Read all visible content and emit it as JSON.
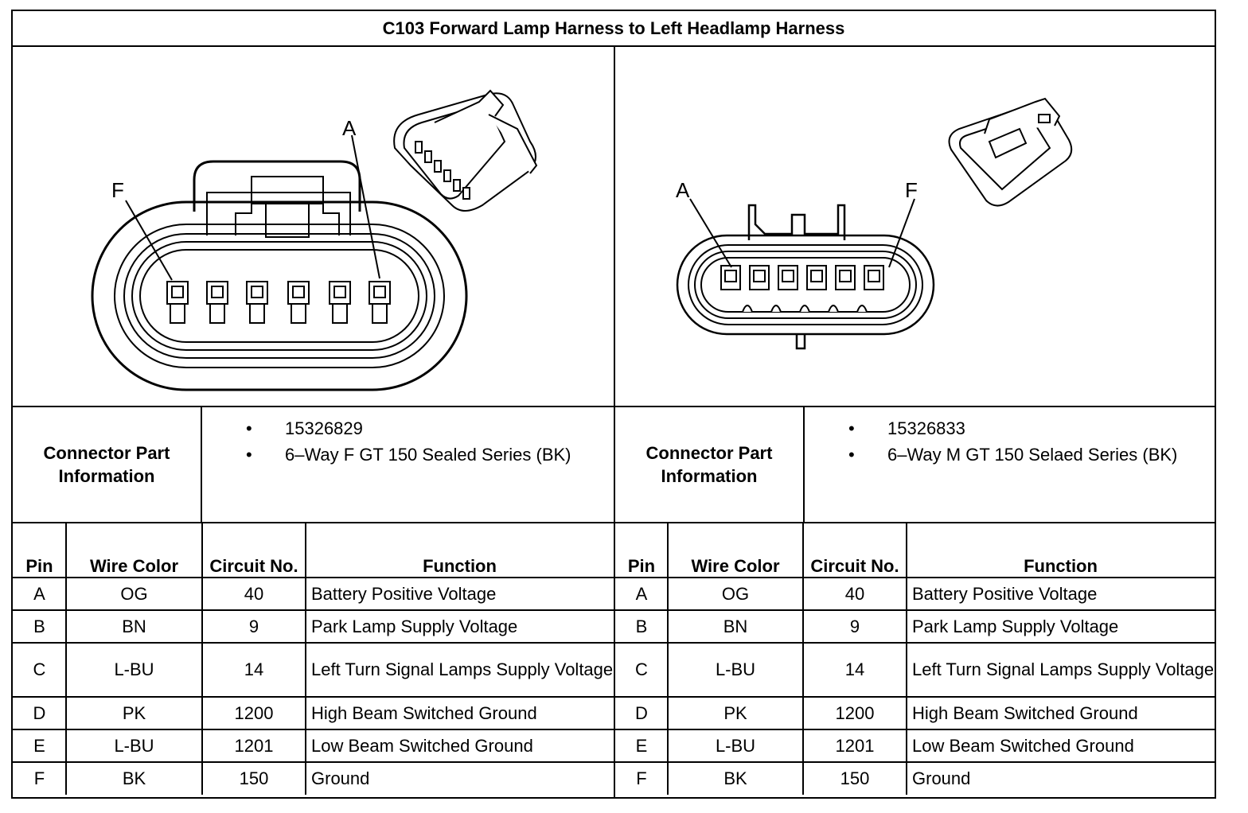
{
  "title": "C103 Forward Lamp Harness to Left Headlamp Harness",
  "left": {
    "connector_label": "Connector Part Information",
    "part_info": [
      "15326829",
      "6–Way F GT 150 Sealed Series (BK)"
    ],
    "callouts": [
      "F",
      "A"
    ]
  },
  "right": {
    "connector_label": "Connector Part Information",
    "part_info": [
      "15326833",
      "6–Way M GT 150 Selaed Series (BK)"
    ],
    "callouts": [
      "A",
      "F"
    ]
  },
  "bullet": "•",
  "columns": [
    "Pin",
    "Wire Color",
    "Circuit No.",
    "Function"
  ],
  "rows": [
    {
      "pin": "A",
      "color": "OG",
      "circuit": "40",
      "function": "Battery Positive Voltage"
    },
    {
      "pin": "B",
      "color": "BN",
      "circuit": "9",
      "function": "Park Lamp Supply Voltage"
    },
    {
      "pin": "C",
      "color": "L-BU",
      "circuit": "14",
      "function": "Left Turn Signal Lamps Supply Voltage"
    },
    {
      "pin": "D",
      "color": "PK",
      "circuit": "1200",
      "function": "High Beam Switched Ground"
    },
    {
      "pin": "E",
      "color": "L-BU",
      "circuit": "1201",
      "function": "Low Beam Switched Ground"
    },
    {
      "pin": "F",
      "color": "BK",
      "circuit": "150",
      "function": "Ground"
    }
  ]
}
